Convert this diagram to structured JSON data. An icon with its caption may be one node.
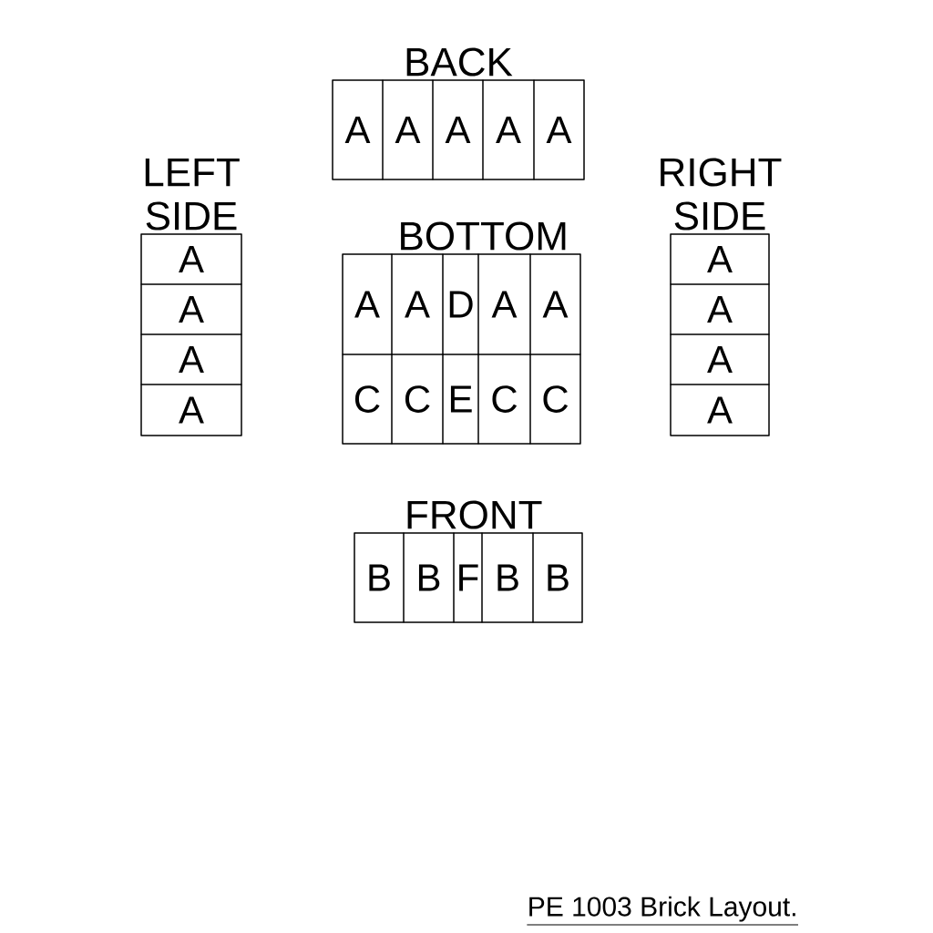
{
  "diagram": {
    "caption": "PE 1003 Brick Layout.",
    "nodes": [
      {
        "text": [
          "BACK"
        ]
      },
      {
        "text": [
          "A"
        ],
        "in": 0
      },
      {
        "text": [
          "A"
        ],
        "in": 0
      },
      {
        "text": [
          "A"
        ],
        "in": 0
      },
      {
        "text": [
          "A"
        ],
        "in": 0
      },
      {
        "text": [
          "A"
        ],
        "in": 0
      },
      {
        "text": [
          "LEFT SIDE"
        ]
      },
      {
        "text": [
          "A"
        ],
        "in": 6
      },
      {
        "text": [
          "A"
        ],
        "in": 6
      },
      {
        "text": [
          "A"
        ],
        "in": 6
      },
      {
        "text": [
          "A"
        ],
        "in": 6
      },
      {
        "text": [
          "BOTTOM"
        ]
      },
      {
        "text": [
          "A"
        ],
        "in": 11
      },
      {
        "text": [
          "A"
        ],
        "in": 11
      },
      {
        "text": [
          "D"
        ],
        "in": 11
      },
      {
        "text": [
          "A"
        ],
        "in": 11
      },
      {
        "text": [
          "A"
        ],
        "in": 11
      },
      {
        "text": [
          "C"
        ],
        "in": 11
      },
      {
        "text": [
          "C"
        ],
        "in": 11
      },
      {
        "text": [
          "E"
        ],
        "in": 11
      },
      {
        "text": [
          "C"
        ],
        "in": 11
      },
      {
        "text": [
          "C"
        ],
        "in": 11
      },
      {
        "text": [
          "RIGHT SIDE"
        ]
      },
      {
        "text": [
          "A"
        ],
        "in": 22
      },
      {
        "text": [
          "A"
        ],
        "in": 22
      },
      {
        "text": [
          "A"
        ],
        "in": 22
      },
      {
        "text": [
          "A"
        ],
        "in": 22
      },
      {
        "text": [
          "FRONT"
        ]
      },
      {
        "text": [
          "B"
        ],
        "in": 27
      },
      {
        "text": [
          "B"
        ],
        "in": 27
      },
      {
        "text": [
          "F"
        ],
        "in": 27
      },
      {
        "text": [
          "B"
        ],
        "in": 27
      },
      {
        "text": [
          "B"
        ],
        "in": 27
      }
    ]
  }
}
